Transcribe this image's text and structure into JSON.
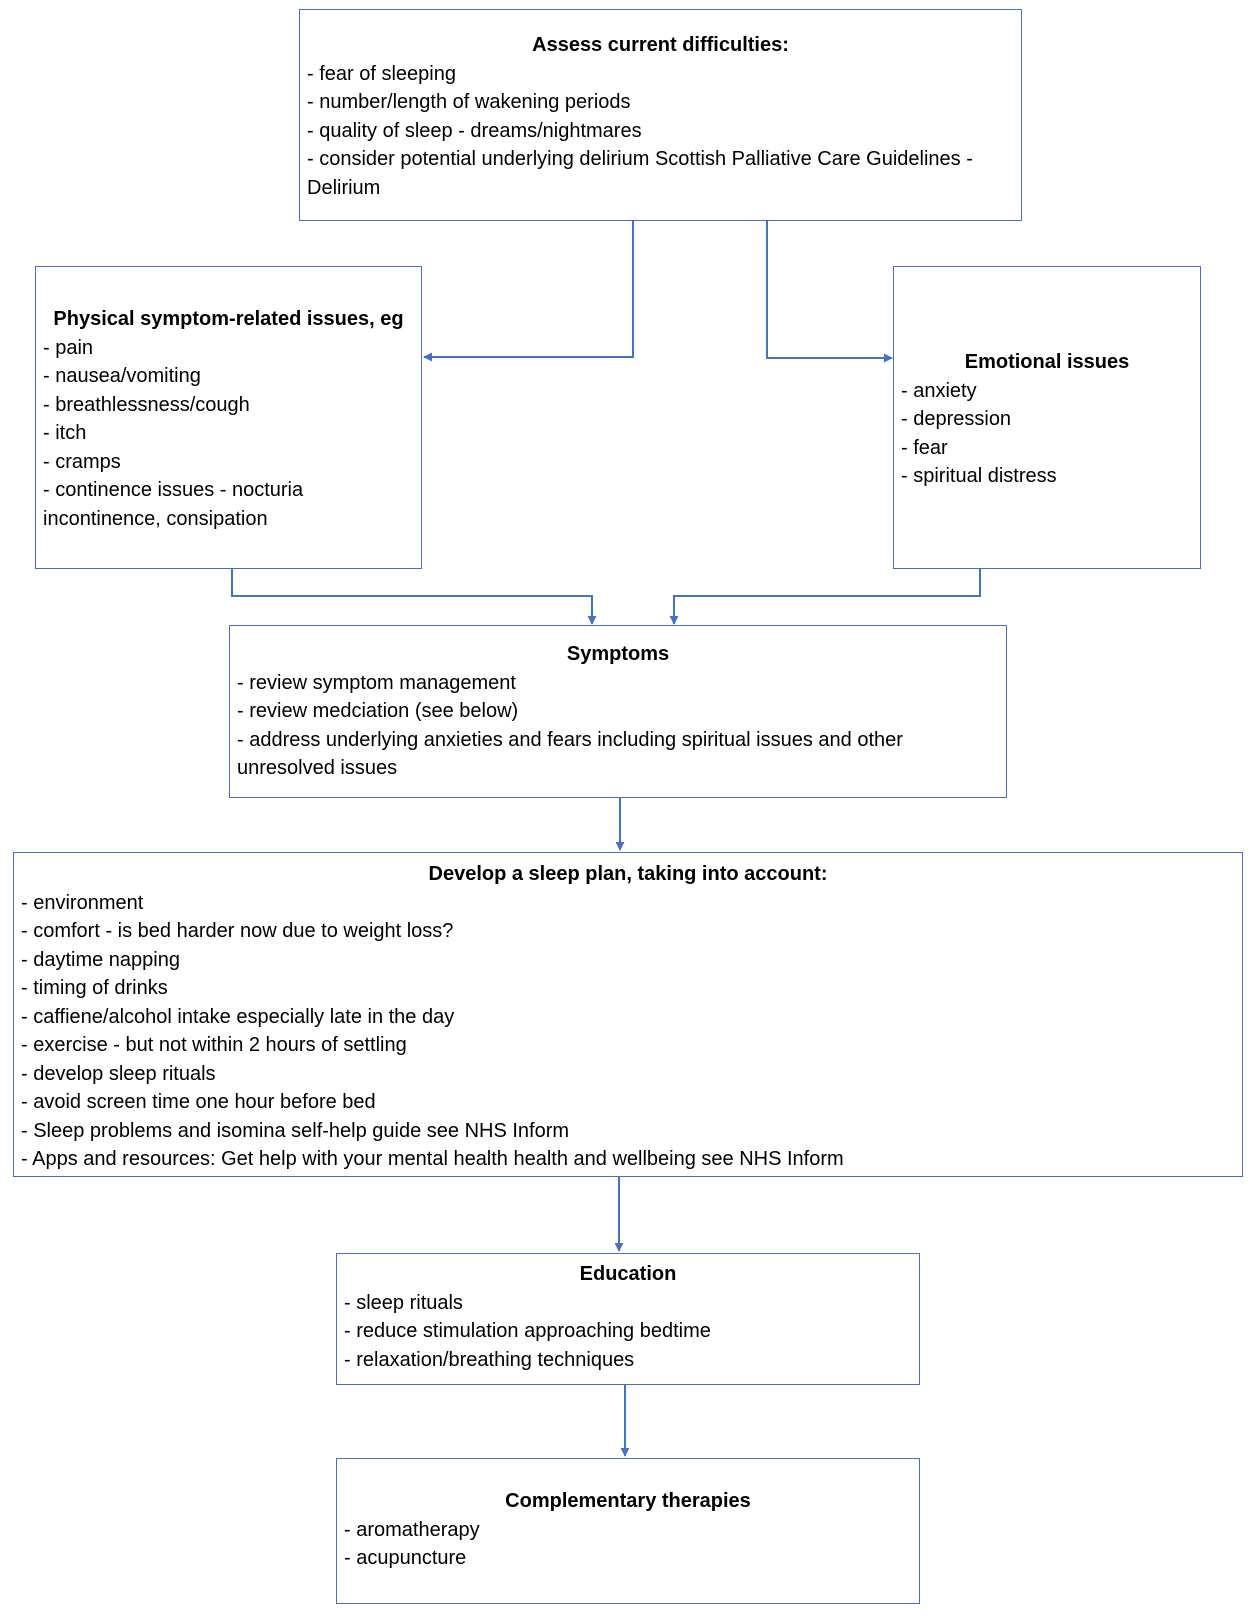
{
  "assess": {
    "title": "Assess current difficulties:",
    "lines": [
      "- fear of sleeping",
      "- number/length of wakening periods",
      "- quality of sleep - dreams/nightmares",
      "- consider potential underlying delirium Scottish Palliative Care Guidelines - Delirium"
    ]
  },
  "physical": {
    "title": "Physical symptom-related issues, eg",
    "lines": [
      "- pain",
      "- nausea/vomiting",
      "- breathlessness/cough",
      "- itch",
      "- cramps",
      "- continence issues - nocturia incontinence, consipation"
    ]
  },
  "emotional": {
    "title": "Emotional issues",
    "lines": [
      "- anxiety",
      "- depression",
      "- fear",
      "- spiritual distress"
    ]
  },
  "symptoms": {
    "title": "Symptoms",
    "lines": [
      "- review symptom management",
      "- review medciation (see below)",
      "- address underlying anxieties and fears including spiritual issues and other unresolved issues"
    ]
  },
  "sleep_plan": {
    "title": "Develop a sleep plan, taking into account:",
    "lines": [
      "- environment",
      "- comfort - is bed harder now due to weight loss?",
      "- daytime napping",
      "- timing of drinks",
      "- caffiene/alcohol intake especially late in the day",
      "- exercise - but not within 2 hours of settling",
      "- develop sleep rituals",
      "- avoid screen time one hour before bed",
      "- Sleep problems and isomina self-help guide see NHS Inform",
      "- Apps and resources: Get help with your mental health health and wellbeing see NHS Inform"
    ]
  },
  "education": {
    "title": "Education",
    "lines": [
      "- sleep rituals",
      "- reduce stimulation approaching bedtime",
      "- relaxation/breathing techniques"
    ]
  },
  "complementary": {
    "title": "Complementary therapies",
    "lines": [
      "- aromatherapy",
      "- acupuncture"
    ]
  },
  "colors": {
    "border": "#4a6fc1",
    "connector": "#4472c4"
  }
}
